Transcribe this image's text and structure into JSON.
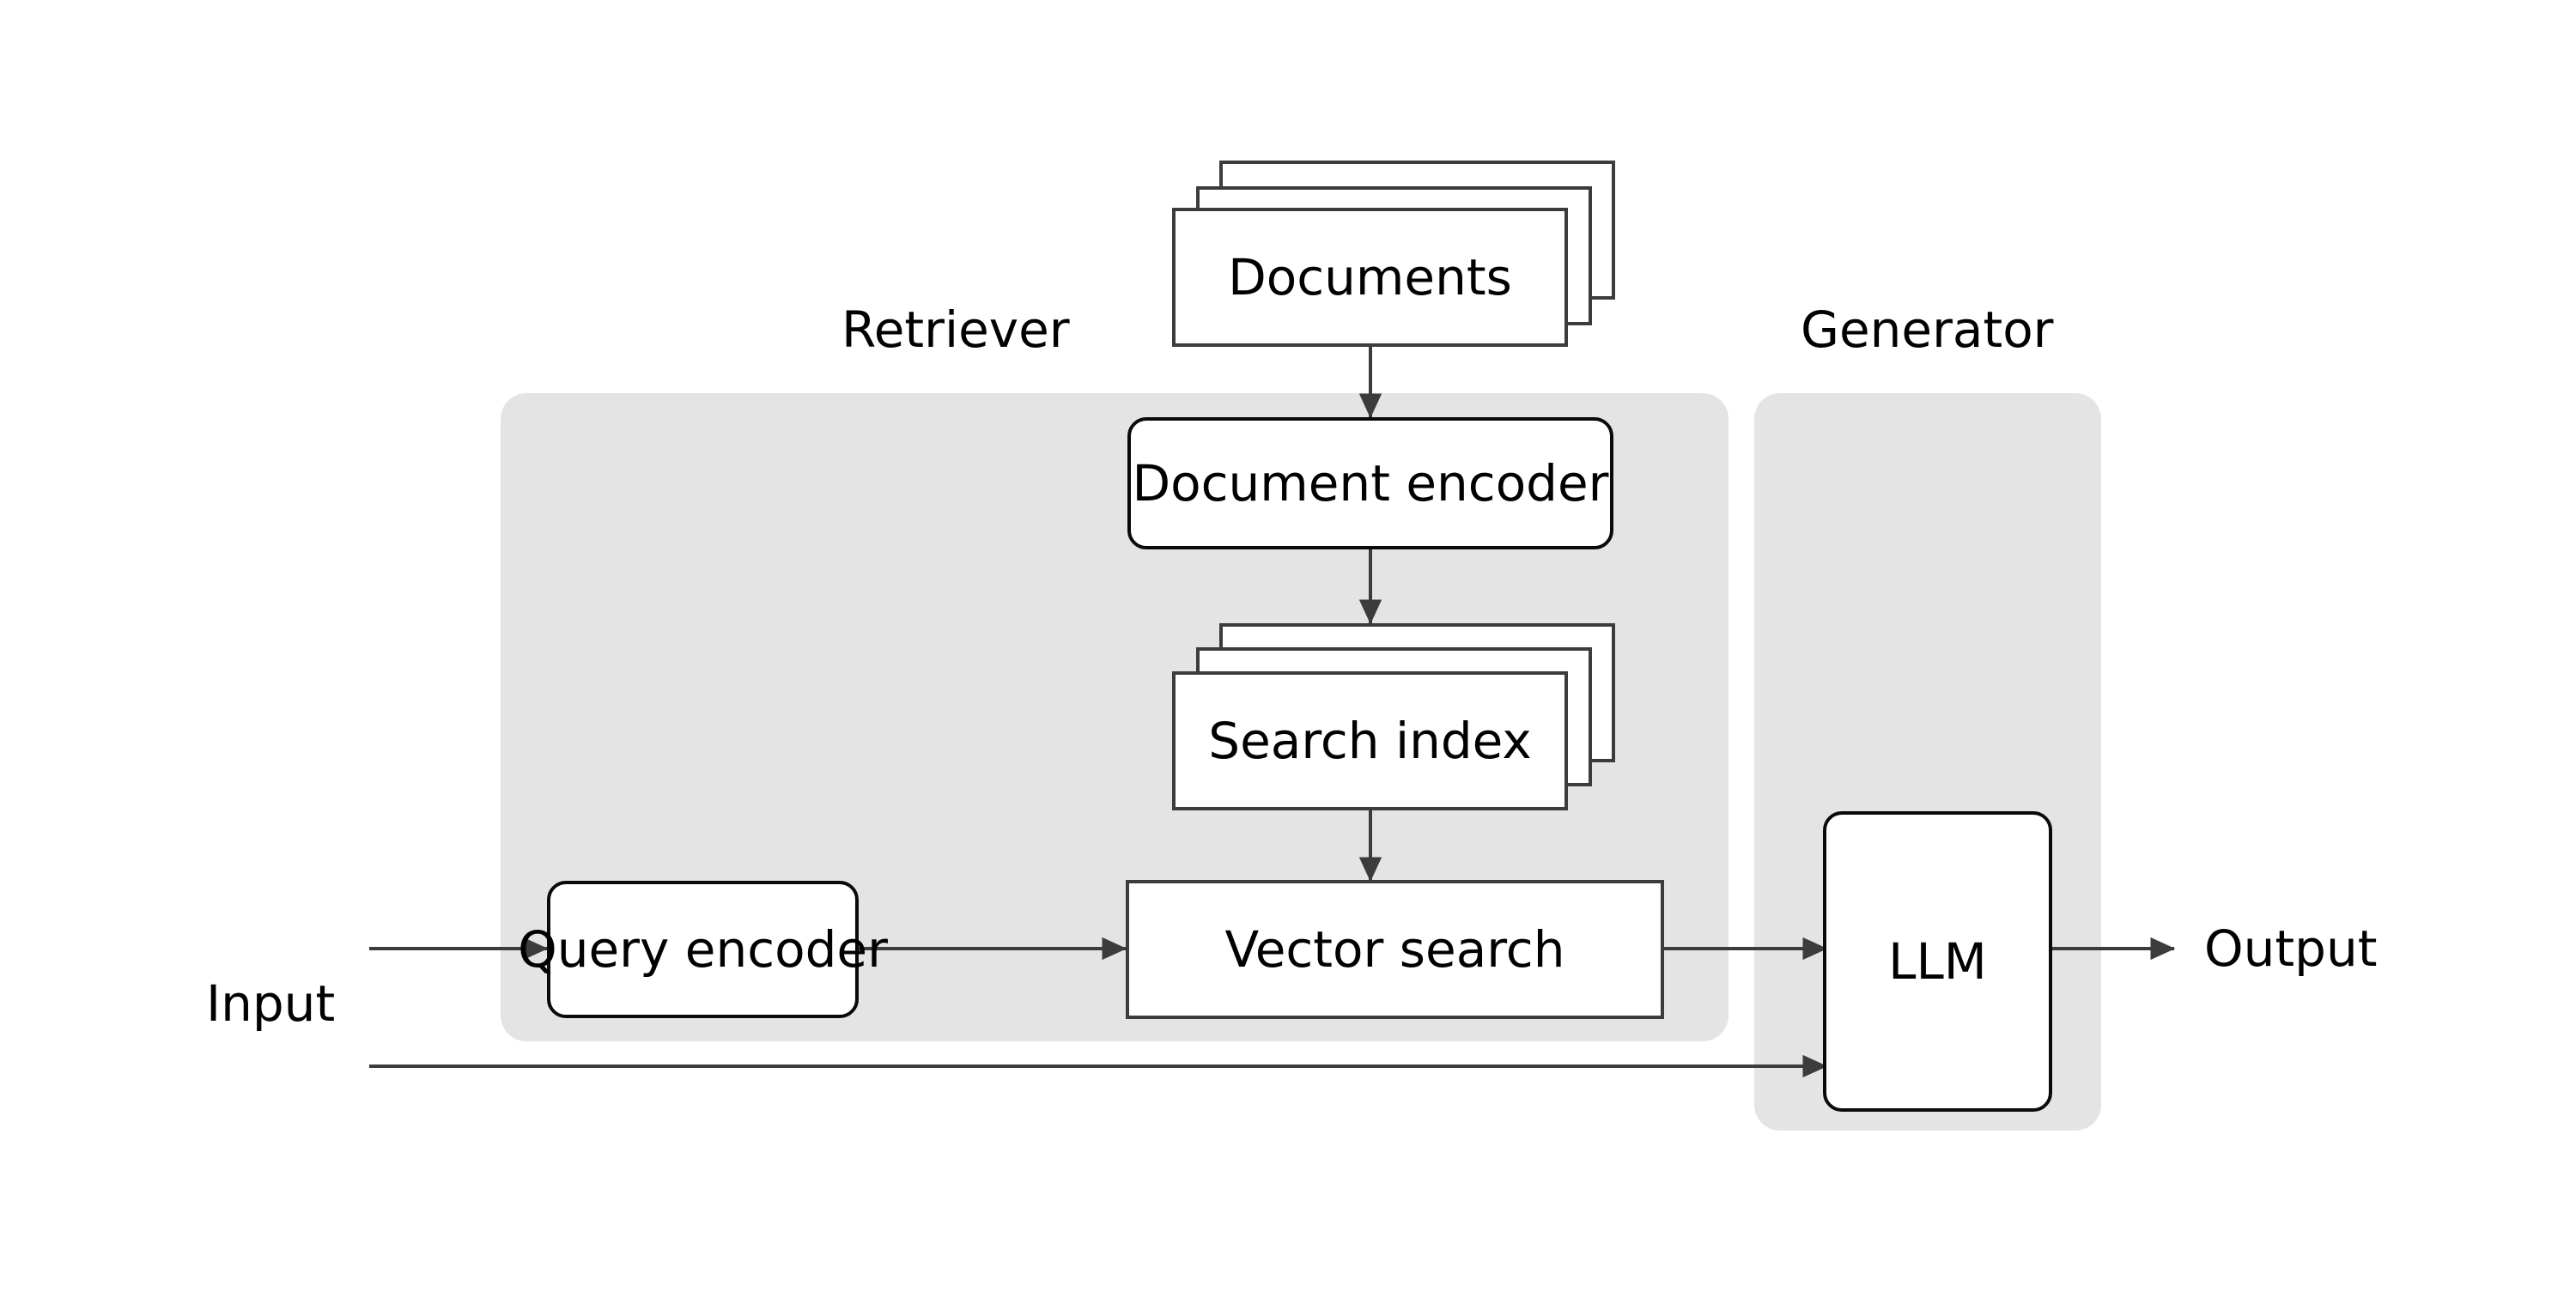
{
  "diagram": {
    "title": "Retrieval Augmented Generation pipeline",
    "colors": {
      "panel_fill": "#e4e4e4",
      "card_border": "#3c3c3c",
      "rounded_border": "#0a0a0a",
      "arrow": "#3c3c3c",
      "text": "#000000",
      "background": "#ffffff"
    },
    "groups": [
      {
        "id": "retriever",
        "label": "Retriever"
      },
      {
        "id": "generator",
        "label": "Generator"
      }
    ],
    "io": {
      "input_label": "Input",
      "output_label": "Output"
    },
    "nodes": [
      {
        "id": "documents",
        "label": "Documents",
        "shape": "card-stack"
      },
      {
        "id": "document-encoder",
        "label": "Document encoder",
        "shape": "rounded-rect"
      },
      {
        "id": "search-index",
        "label": "Search index",
        "shape": "card-stack"
      },
      {
        "id": "vector-search",
        "label": "Vector search",
        "shape": "rect"
      },
      {
        "id": "query-encoder",
        "label": "Query encoder",
        "shape": "rounded-rect"
      },
      {
        "id": "llm",
        "label": "LLM",
        "shape": "rounded-rect"
      }
    ],
    "edges": [
      {
        "from": "documents",
        "to": "document-encoder"
      },
      {
        "from": "document-encoder",
        "to": "search-index"
      },
      {
        "from": "search-index",
        "to": "vector-search"
      },
      {
        "from": "input",
        "to": "query-encoder"
      },
      {
        "from": "query-encoder",
        "to": "vector-search"
      },
      {
        "from": "vector-search",
        "to": "llm"
      },
      {
        "from": "input",
        "to": "llm"
      },
      {
        "from": "llm",
        "to": "output"
      }
    ]
  }
}
